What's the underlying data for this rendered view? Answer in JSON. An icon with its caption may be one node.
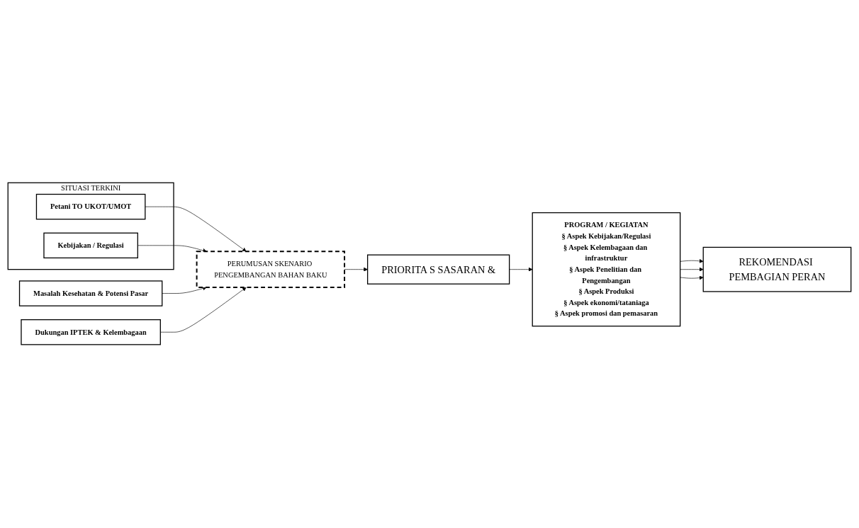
{
  "diagram": {
    "nodes": [
      {
        "text": [
          "SITUASI TERKINI"
        ]
      },
      {
        "text": [
          "Petani TO UKOT/UMOT"
        ],
        "in": 0
      },
      {
        "text": [
          "Kebijakan / Regulasi"
        ],
        "in": 0
      },
      {
        "text": [
          "PERUMUSAN SKENARIO PENGEMBANGAN BAHAN BAKU"
        ]
      },
      {
        "text": [
          "Masalah Kesehatan & Potensi Pasar"
        ]
      },
      {
        "text": [
          "Dukungan IPTEK & Kelembagaan"
        ]
      },
      {
        "text": [
          "PRIORITA S SASARAN &"
        ]
      },
      {
        "text": [
          "PROGRAM / KEGIATAN",
          "§ Aspek Kebijakan/Regulasi",
          "§ Aspek Kelembagaan dan infrastruktur",
          "§ Aspek Penelitian dan Pengembangan",
          "§ Aspek Produksi",
          "§ Aspek ekonomi/tataniaga",
          "§ Aspek promosi dan pemasaran"
        ]
      },
      {
        "text": [
          "REKOMENDASI PEMBAGIAN PERAN"
        ]
      }
    ],
    "edges": [
      {
        "from": 1,
        "to": 3,
        "arrow": "to"
      },
      {
        "from": 2,
        "to": 3,
        "arrow": "to"
      },
      {
        "from": 4,
        "to": 3,
        "arrow": "to"
      },
      {
        "from": 5,
        "to": 3,
        "arrow": "to"
      },
      {
        "from": 3,
        "to": 6,
        "arrow": "to"
      },
      {
        "from": 6,
        "to": 7,
        "arrow": "to"
      },
      {
        "from": 7,
        "to": 8,
        "arrow": "to"
      },
      {
        "from": 7,
        "to": 8,
        "arrow": "to"
      },
      {
        "from": 7,
        "to": 8,
        "arrow": "to"
      }
    ]
  }
}
